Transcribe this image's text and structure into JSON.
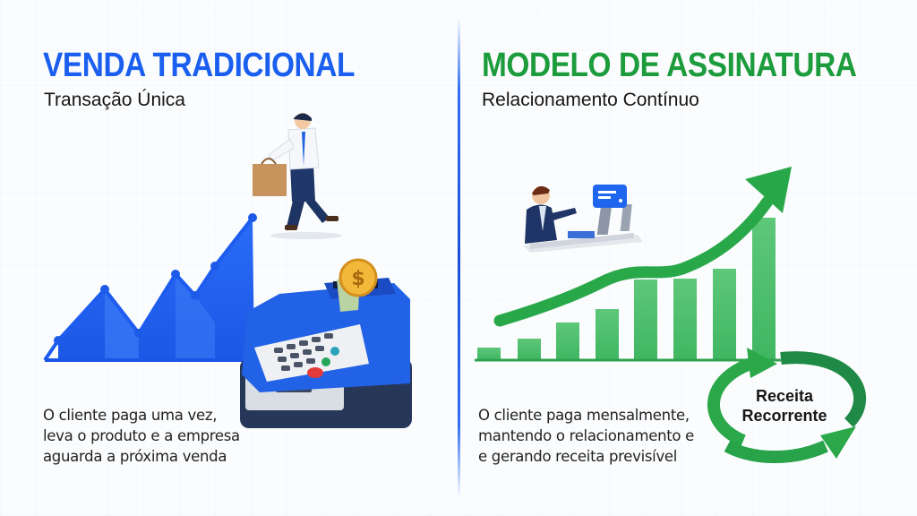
{
  "left_panel": {
    "title": "VENDA TRADICIONAL",
    "subtitle": "Transação Única",
    "description": [
      "O cliente paga uma vez,",
      "leva o produto e a empresa",
      "aguarda a próxima venda"
    ],
    "accent_color": "#1a5ff0",
    "illustrations": [
      "man-walking-with-shopping-bag",
      "cash-register-with-coin",
      "blue-zigzag-area-chart"
    ]
  },
  "right_panel": {
    "title": "MODELO DE ASSINATURA",
    "subtitle": "Relacionamento Contínuo",
    "description": [
      "O cliente paga mensalmente,",
      "mantendo o relacionamento e",
      "e gerando receita previsível"
    ],
    "cycle_label": [
      "Receita",
      "Recorrente"
    ],
    "accent_color": "#1c9c3c",
    "illustrations": [
      "businessman-at-desk-with-card",
      "green-growth-bar-chart-with-arrow",
      "recurring-cycle-arrows"
    ]
  },
  "chart_data": [
    {
      "type": "line",
      "title": "Venda Tradicional (ilustrativo)",
      "x": [
        1,
        2,
        3,
        4,
        5,
        6,
        7
      ],
      "values": [
        1,
        4,
        1.5,
        5,
        3.5,
        5.5,
        8.5
      ],
      "xlabel": "",
      "ylabel": "",
      "grid": false,
      "notes": "Zigzag area chart with markers, no axis labels"
    },
    {
      "type": "bar",
      "title": "Modelo de Assinatura (ilustrativo)",
      "categories": [
        "1",
        "2",
        "3",
        "4",
        "5",
        "6",
        "7",
        "8"
      ],
      "values": [
        1,
        2,
        3.5,
        5,
        8,
        8.5,
        9.5,
        14
      ],
      "xlabel": "",
      "ylabel": "",
      "grid": false,
      "notes": "Growing bars with rising trend arrow, no axis labels"
    }
  ]
}
